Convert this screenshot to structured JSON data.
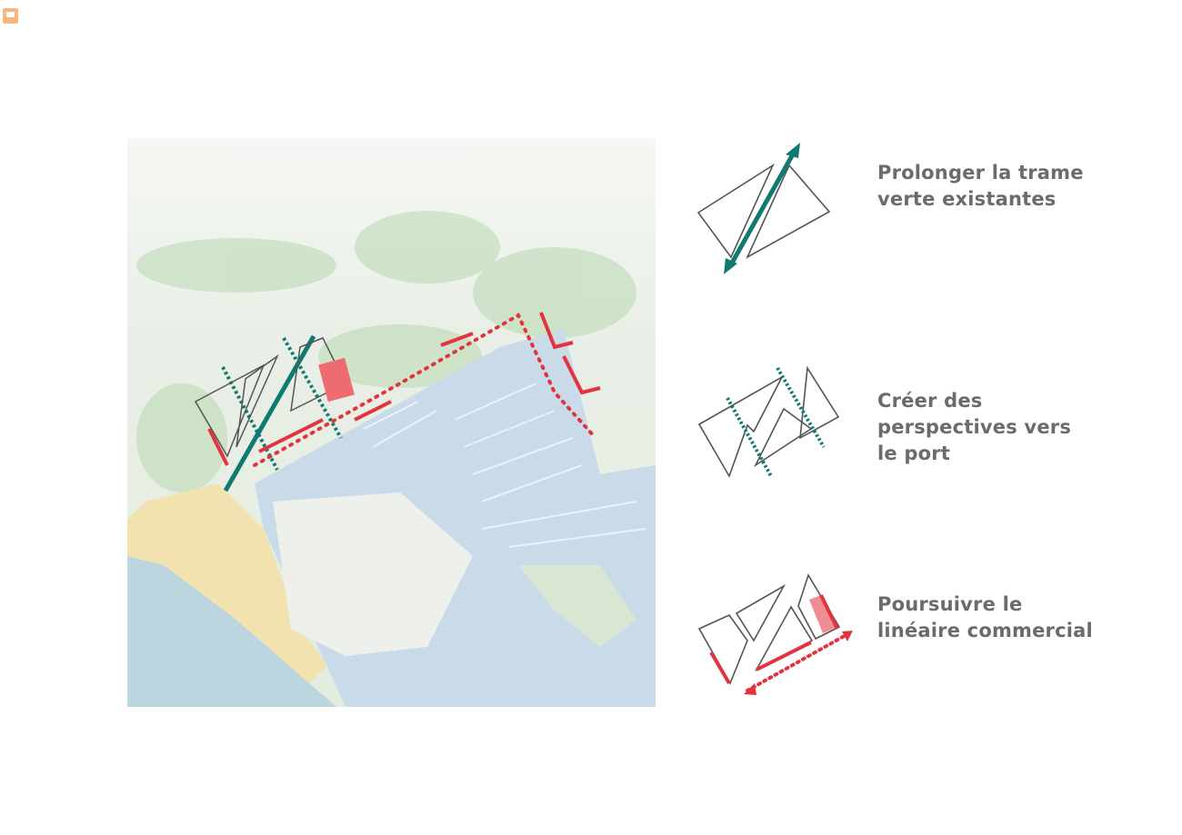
{
  "viewer": {
    "comment_icon": "comment-icon"
  },
  "legend": [
    {
      "lines": [
        "Prolonger la trame",
        "verte existantes"
      ],
      "color": "#0f7a70"
    },
    {
      "lines": [
        "Créer des",
        "perspectives vers",
        "le port"
      ],
      "color": "#0f7a70"
    },
    {
      "lines": [
        "Poursuivre le",
        "linéaire commercial"
      ],
      "color": "#e2343f"
    }
  ],
  "colors": {
    "text": "#6d6a6b",
    "green": "#0f7a70",
    "red": "#e2343f",
    "water": "#c9dbe8",
    "beach": "#f1e2b0"
  }
}
